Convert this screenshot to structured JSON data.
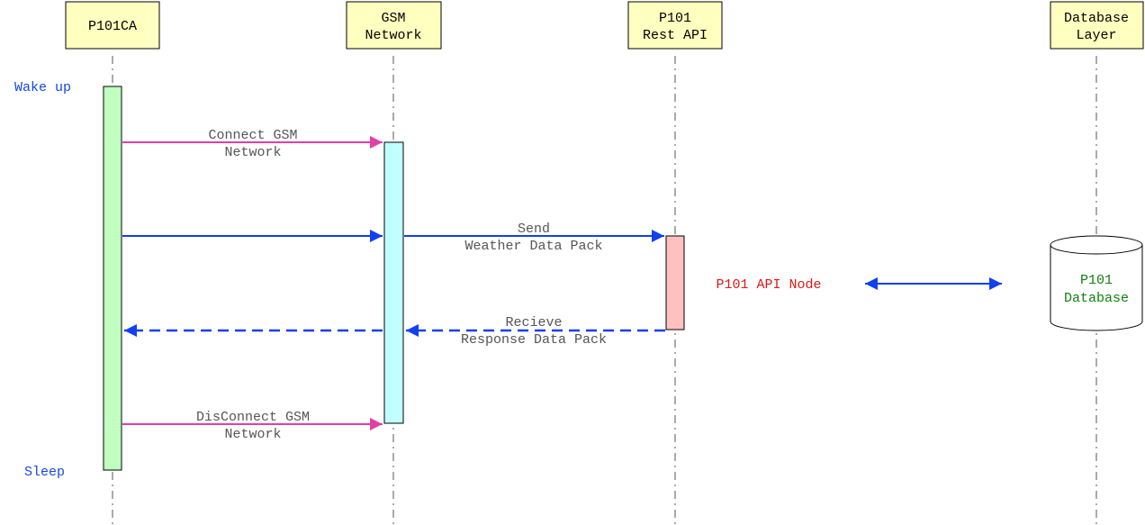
{
  "colors": {
    "participant_fill": "#ffffc0",
    "activation_p101ca": "#c0ffc0",
    "activation_gsm": "#c0ffff",
    "activation_api": "#ffc0c0",
    "lifeline": "#aaaaaa",
    "connect_arrow": "#e040a8",
    "data_arrow": "#1040f0",
    "message_text": "#555555",
    "note_blue": "#1448e0",
    "note_red": "#e01818",
    "db_text": "#108010"
  },
  "participants": [
    {
      "id": "p101ca",
      "lines": [
        "P101CA"
      ]
    },
    {
      "id": "gsm",
      "lines": [
        "GSM",
        "Network"
      ]
    },
    {
      "id": "api",
      "lines": [
        "P101",
        "Rest API"
      ]
    },
    {
      "id": "db",
      "lines": [
        "Database",
        "Layer"
      ]
    }
  ],
  "notes": {
    "wake": "Wake up",
    "sleep": "Sleep",
    "api_node": "P101 API Node"
  },
  "messages": {
    "connect": [
      "Connect GSM",
      "Network"
    ],
    "send": [
      "Send",
      "Weather Data Pack"
    ],
    "receive": [
      "Recieve",
      "Response Data Pack"
    ],
    "disconnect": [
      "DisConnect GSM",
      "Network"
    ]
  },
  "database": {
    "lines": [
      "P101",
      "Database"
    ]
  }
}
